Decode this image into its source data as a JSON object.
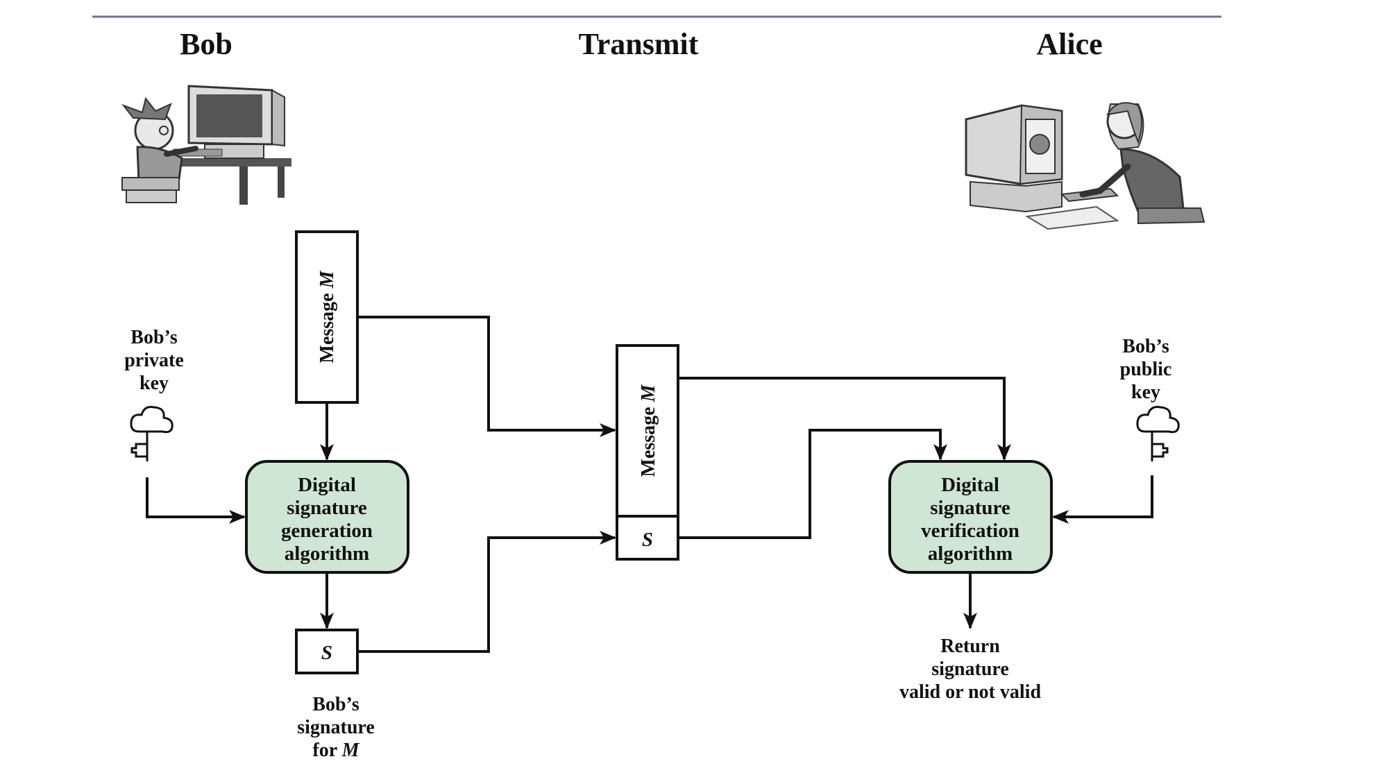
{
  "columns": {
    "left": "Bob",
    "middle": "Transmit",
    "right": "Alice"
  },
  "bob": {
    "private_key_lines": [
      "Bob’s",
      "private",
      "key"
    ],
    "message_label": "Message",
    "message_var": "M",
    "generation_lines": [
      "Digital",
      "signature",
      "generation",
      "algorithm"
    ],
    "signature_symbol": "S",
    "signature_caption_lines": [
      "Bob’s",
      "signature",
      "for"
    ],
    "signature_caption_var": "M"
  },
  "transmit": {
    "message_label": "Message",
    "message_var": "M",
    "signature_symbol": "S"
  },
  "alice": {
    "public_key_lines": [
      "Bob’s",
      "public",
      "key"
    ],
    "verification_lines": [
      "Digital",
      "signature",
      "verification",
      "algorithm"
    ],
    "result_lines": [
      "Return",
      "signature",
      "valid or not valid"
    ]
  },
  "colors": {
    "algorithm_box_fill": "#cfe6d4",
    "stroke": "#111111",
    "top_rule": "#6b6f9e"
  },
  "icons": [
    "bob-at-computer-icon",
    "alice-at-computer-icon",
    "private-key-icon",
    "public-key-icon"
  ]
}
